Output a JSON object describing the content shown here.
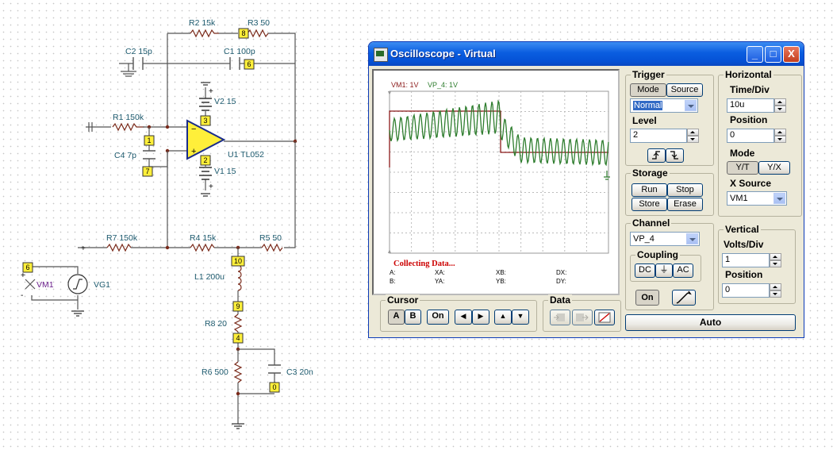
{
  "schematic": {
    "parts": {
      "r2": "R2 15k",
      "r3": "R3 50",
      "c2": "C2 15p",
      "c1": "C1 100p",
      "r1": "R1 150k",
      "v2": "V2 15",
      "v1": "V1 15",
      "c4": "C4 7p",
      "u1": "U1 TL052",
      "r7": "R7 150k",
      "r4": "R4 15k",
      "r5": "R5 50",
      "l1": "L1 200u",
      "r8": "R8 20",
      "r6": "R6 500",
      "c3": "C3 20n",
      "vm1": "VM1",
      "vg1": "VG1"
    },
    "nodes": {
      "n8": "8",
      "n6a": "6",
      "n3": "3",
      "n1": "1",
      "n7": "7",
      "n2": "2",
      "n6b": "6",
      "n10": "10",
      "n9": "9",
      "n4": "4",
      "n0": "0"
    },
    "signs": {
      "plus": "+",
      "minus": "-"
    }
  },
  "window": {
    "title": "Oscilloscope - Virtual",
    "controls": {
      "minimize": "_",
      "maximize": "□",
      "close": "X"
    }
  },
  "screen": {
    "legend_vm1": "VM1: 1V",
    "legend_vp4": "VP_4: 1V",
    "status": "Collecting Data...",
    "cursor_readouts": {
      "a": "A:",
      "b": "B:",
      "xa": "XA:",
      "ya": "YA:",
      "xb": "XB:",
      "yb": "YB:",
      "dx": "DX:",
      "dy": "DY:"
    }
  },
  "trigger": {
    "title": "Trigger",
    "mode": "Mode",
    "source": "Source",
    "mode_value": "Normal",
    "level_label": "Level",
    "level_value": "2",
    "rising": "⨍",
    "falling": "⨍"
  },
  "horizontal": {
    "title": "Horizontal",
    "time_div_label": "Time/Div",
    "time_div_value": "10u",
    "position_label": "Position",
    "position_value": "0",
    "mode_label": "Mode",
    "mode_yt": "Y/T",
    "mode_yx": "Y/X",
    "xsource_label": "X Source",
    "xsource_value": "VM1"
  },
  "storage": {
    "title": "Storage",
    "run": "Run",
    "stop": "Stop",
    "store": "Store",
    "erase": "Erase"
  },
  "channel": {
    "title": "Channel",
    "value": "VP_4",
    "coupling_title": "Coupling",
    "dc": "DC",
    "gnd": "⏚",
    "ac": "AC",
    "on": "On"
  },
  "vertical": {
    "title": "Vertical",
    "volts_div_label": "Volts/Div",
    "volts_div_value": "1",
    "position_label": "Position",
    "position_value": "0"
  },
  "cursor": {
    "title": "Cursor",
    "a": "A",
    "b": "B",
    "on": "On",
    "left": "◀",
    "right": "▶",
    "up": "▲",
    "down": "▼"
  },
  "data_panel": {
    "title": "Data"
  },
  "auto": "Auto",
  "colors": {
    "vm1_trace": "#8b1a1a",
    "vp4_trace": "#2e7d2e",
    "status": "#cc0000",
    "node": "#ffef3a",
    "title_bar": "#0a5de0"
  }
}
